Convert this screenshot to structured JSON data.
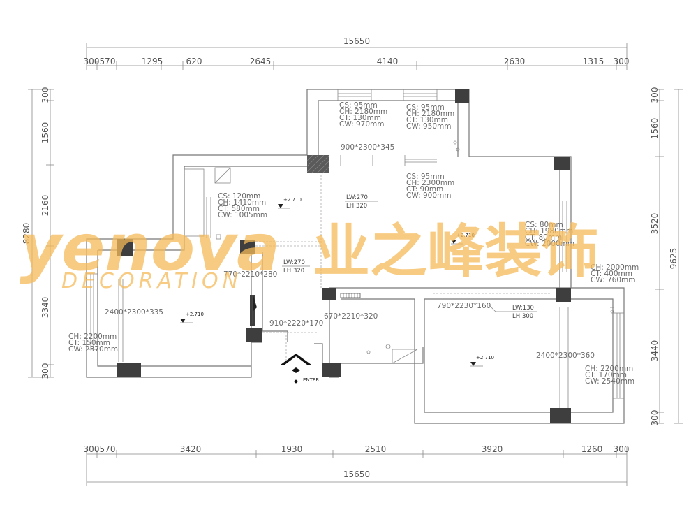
{
  "dims": {
    "total_top": "15650",
    "top": [
      "300",
      "570",
      "1295",
      "620",
      "2645",
      "4140",
      "2630",
      "1315",
      "300"
    ],
    "total_bottom": "15650",
    "bottom": [
      "300",
      "570",
      "3420",
      "1930",
      "2510",
      "3920",
      "1260",
      "300"
    ],
    "left_total": "8280",
    "left": [
      "300",
      "1560",
      "2160",
      "3340",
      "300"
    ],
    "right_total": "9625",
    "right": [
      "300",
      "1560",
      "3520",
      "3440",
      "300"
    ]
  },
  "notes": {
    "top_left_window": [
      "CS: 95mm",
      "CH: 2180mm",
      "CT: 130mm",
      "CW: 970mm"
    ],
    "top_right_window": [
      "CS: 95mm",
      "CH: 2180mm",
      "CT: 130mm",
      "CW: 950mm"
    ],
    "top_door": "900*2300*345",
    "living_window": [
      "CS: 95mm",
      "CH: 2300mm",
      "CT: 90mm",
      "CW: 900mm"
    ],
    "kitchen_window": [
      "CS: 120mm",
      "CH: 1410mm",
      "CT: 580mm",
      "CW: 1005mm"
    ],
    "right_window": [
      "CS: 80mm",
      "CH: 1980mm",
      "CT: 80mm",
      "CW: 2000mm"
    ],
    "right_window2": [
      "CH: 2000mm",
      "CT: 400mm",
      "CW: 760mm"
    ],
    "left_window": [
      "CH: 2200mm",
      "CT: 150mm",
      "CW: 2370mm"
    ],
    "br_window": [
      "CH: 2200mm",
      "CT: 170mm",
      "CW: 2540mm"
    ],
    "door_770": "770*2210*280",
    "door_left_room": "2400*2300*335",
    "door_910": "910*2220*170",
    "door_670": "670*2210*320",
    "door_790": "790*2230*160",
    "door_br_room": "2400*2300*360",
    "lw1": "LW:270",
    "lh1": "LH:320",
    "lw2": "LW:270",
    "lh2": "LH:320",
    "lw3": "LW:130",
    "lh3": "LH:300",
    "lvl1": "+2.710",
    "lvl2": "+2.710",
    "lvl3": "+2.710",
    "lvl4": "+2.710",
    "enter": "ENTER"
  },
  "watermark": {
    "brand": "yenova",
    "chinese": "业之峰装饰",
    "sub": "DECORATION"
  },
  "colors": {
    "watermark": "#f6b95a",
    "pillar": "#3e3e3e",
    "lines": "#777777"
  }
}
